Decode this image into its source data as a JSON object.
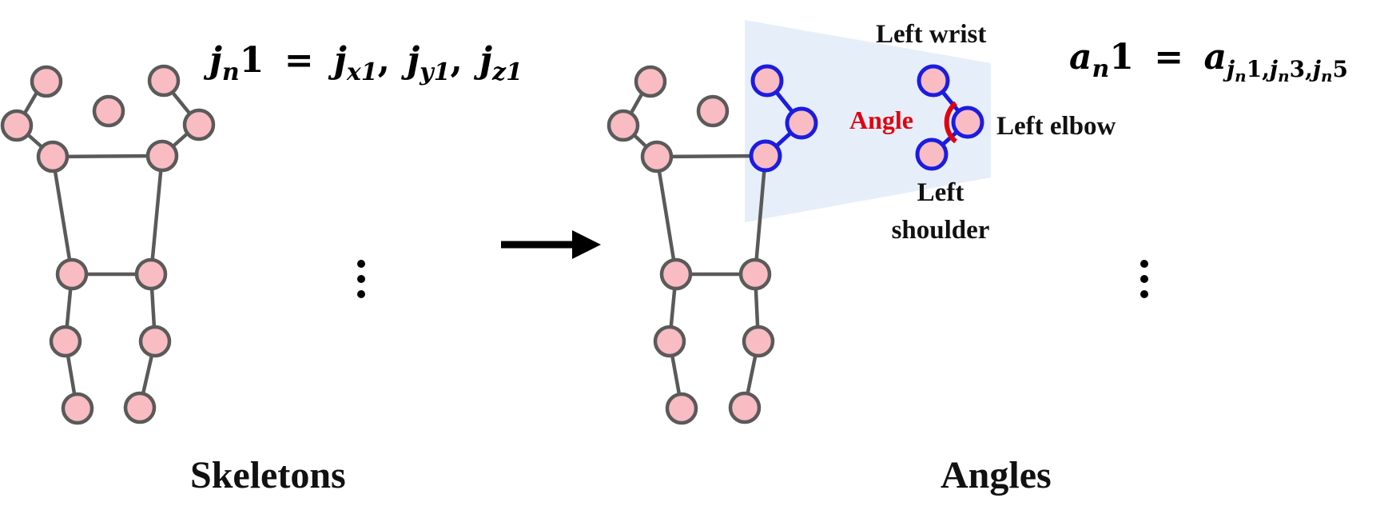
{
  "left_panel": {
    "formula": {
      "j": "j",
      "n": "n",
      "one": "1",
      "eq": "=",
      "x1": "x1",
      "y1": "y1",
      "z1": "z1",
      "comma": ","
    },
    "title": "Skeletons"
  },
  "right_panel": {
    "formula": {
      "a": "a",
      "n": "n",
      "one": "1",
      "eq": "=",
      "sub": "j",
      "s1": "1,",
      "s3": "3,",
      "s5": "5"
    },
    "labels": {
      "left_wrist": "Left wrist",
      "left_elbow": "Left elbow",
      "left_shoulder_1": "Left",
      "left_shoulder_2": "shoulder",
      "angle": "Angle"
    },
    "title": "Angles"
  },
  "colors": {
    "joint_fill": "#f8bcc2",
    "bone": "#5a5a5a",
    "highlight": "#1c1ce0",
    "angle": "#e3000f",
    "panel": "#e6eff9"
  }
}
